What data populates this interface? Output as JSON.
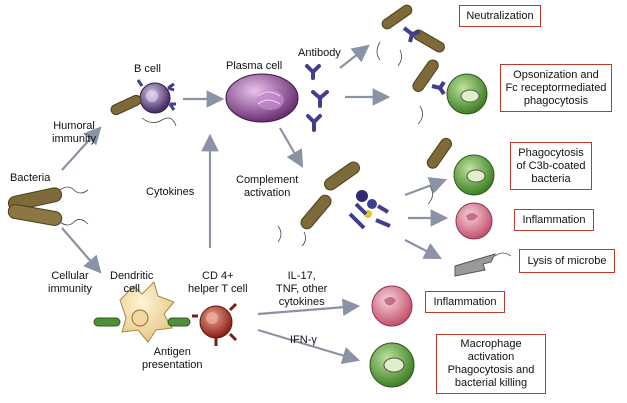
{
  "labels": {
    "bacteria": "Bacteria",
    "humoral": "Humoral\nimmunity",
    "cellular": "Cellular\nimmunity",
    "bcell": "B cell",
    "plasma": "Plasma cell",
    "antibody": "Antibody",
    "cytokines": "Cytokines",
    "complement": "Complement\nactivation",
    "dendritic": "Dendritic\ncell",
    "cd4": "CD 4+\nhelper T cell",
    "antigen": "Antigen\npresentation",
    "il17": "IL-17,\nTNF, other\ncytokines",
    "ifng": "IFN-γ"
  },
  "outcomes": {
    "neutralization": "Neutralization",
    "opsonization": "Opsonization and\nFc receptormediated\nphagocytosis",
    "c3b": "Phagocytosis\nof C3b-coated\nbacteria",
    "inflammation1": "Inflammation",
    "lysis": "Lysis of microbe",
    "inflammation2": "Inflammation",
    "macrophage": "Macrophage\nactivation\nPhagocytosis and\nbacterial killing"
  },
  "colors": {
    "arrow": "#8a93a6",
    "box_border": "#c0392b",
    "bacteria": "#7d6a38",
    "antibody": "#3e3f8f",
    "plasma": "#7a3f82",
    "macrophage": "#5aa63c",
    "neutrophil": "#d9708a",
    "tcell": "#a82c1e"
  }
}
